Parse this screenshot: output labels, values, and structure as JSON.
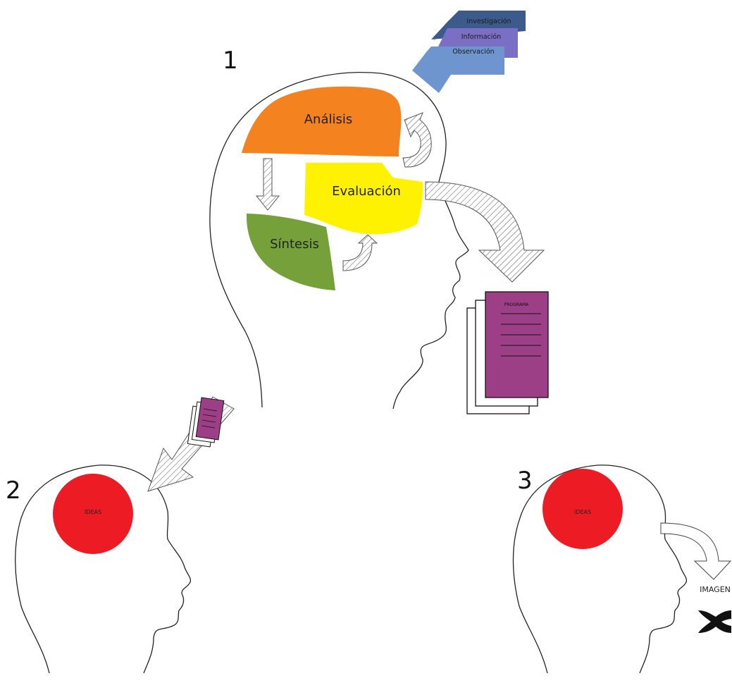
{
  "figure1": {
    "number": "1",
    "regions": {
      "analysis": "Análisis",
      "evaluation": "Evaluación",
      "synthesis": "Síntesis"
    },
    "inputs": [
      "Investigación",
      "Información",
      "Observación"
    ],
    "document": "PROGRAMA"
  },
  "figure2": {
    "number": "2",
    "bubble": "IDEAS"
  },
  "figure3": {
    "number": "3",
    "bubble": "IDEAS",
    "output": "IMAGEN"
  },
  "colors": {
    "analysis": "#f4821f",
    "evaluation": "#fff200",
    "synthesis": "#76a13a",
    "ideas": "#ed1c24",
    "document": "#9c3f87",
    "input_dark": "#3d5a8c",
    "input_mid": "#7a6fc4",
    "input_light": "#6f95cf"
  },
  "icons": [
    "cycle-arrow-icon",
    "down-arrow-icon",
    "up-right-arrow-icon",
    "curved-arrow-icon",
    "document-stack-icon",
    "x-mark-icon"
  ]
}
